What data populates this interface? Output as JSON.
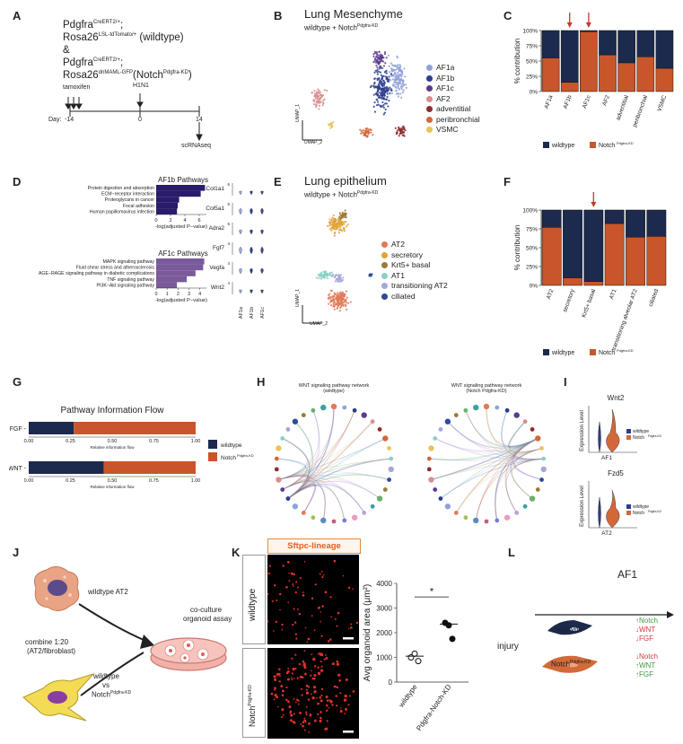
{
  "panel_letters": [
    "A",
    "B",
    "C",
    "D",
    "E",
    "F",
    "G",
    "H",
    "I",
    "J",
    "K",
    "L"
  ],
  "panelA": {
    "line1": "Pdgfra",
    "line1_sup": "CreERT2/+",
    "line2": "Rosa26",
    "line2_sup": "LSL-tdTomato/+",
    "line2_suffix": " (wildtype)",
    "amp": "&",
    "line3": "Pdgfra",
    "line3_sup": "CreERT2/+",
    "line4": "Rosa26",
    "line4_sup": "dnMAML-GFP",
    "line4_suffix": "(Notch",
    "line4_sup2": "Pdgfra-KD",
    "line4_end": ")",
    "tamoxifen": "tamoxifen",
    "h1n1": "H1N1",
    "day_label": "Day:",
    "day_values": [
      "-14",
      "0",
      "14"
    ],
    "scrnaseq": "scRNAseq"
  },
  "panelB": {
    "title": "Lung Mesenchyme",
    "subtitle": "wildtype + Notch",
    "subtitle_sup": "Pdgfra-KD",
    "ylabel": "UMAP_1",
    "xlabel": "UMAP_2",
    "legend": [
      {
        "label": "AF1a",
        "color": "#8fa2d8"
      },
      {
        "label": "AF1b",
        "color": "#2b3d8f"
      },
      {
        "label": "AF1c",
        "color": "#5b3a8c"
      },
      {
        "label": "AF2",
        "color": "#d98e8e"
      },
      {
        "label": "adventitial",
        "color": "#8b2e2e"
      },
      {
        "label": "peribronchial",
        "color": "#d2683a"
      },
      {
        "label": "VSMC",
        "color": "#e8c35a"
      }
    ]
  },
  "panelC": {
    "ylabel": "% contribution",
    "ticks": [
      "0%",
      "25%",
      "50%",
      "75%",
      "100%"
    ],
    "legend": [
      {
        "label": "wildtype",
        "color": "#1c2a4d"
      },
      {
        "label": "Notch",
        "sup": "Pdgfra-KD",
        "color": "#c8562a"
      }
    ]
  },
  "panelD": {
    "af1b_title": "AF1b Pathways",
    "af1b_terms": [
      "Protein digestion and absorption",
      "ECM−receptor interaction",
      "Proteoglycans in cancer",
      "Focal adhesion",
      "Human papillomavirus infection"
    ],
    "af1b_ticks": [
      "0",
      "2",
      "4",
      "6"
    ],
    "af1c_title": "AF1c Pathways",
    "af1c_terms": [
      "MAPK signaling pathway",
      "Fluid shear stress and atherosclerosis",
      "AGE−RAGE signaling pathway in diabetic complications",
      "TNF signaling pathway",
      "PI3K−Akt signaling pathway"
    ],
    "af1c_ticks": [
      "0",
      "1",
      "2",
      "3",
      "4"
    ],
    "xlabel": "-log(adjusted P−value)",
    "genes": [
      "Col1a1",
      "Col5a1",
      "Adra2",
      "Fgf7",
      "Vegfa",
      "Wnt2"
    ],
    "gene_scale": [
      "6",
      "5",
      "5",
      "4",
      "4",
      "4"
    ],
    "violin_x": [
      "AF1a",
      "AF1b",
      "AF1c"
    ]
  },
  "panelE": {
    "title": "Lung epithelium",
    "subtitle": "wildtype + Notch",
    "subtitle_sup": "Pdgfra-KD",
    "ylabel": "UMAP_1",
    "xlabel": "UMAP_2",
    "legend": [
      {
        "label": "AT2",
        "color": "#e07a5a"
      },
      {
        "label": "secretory",
        "color": "#e1a23a"
      },
      {
        "label": "Krt5+ basal",
        "color": "#9a7a3a"
      },
      {
        "label": "AT1",
        "color": "#8ad0c8"
      },
      {
        "label": "transitioning AT2",
        "color": "#a6a6d8"
      },
      {
        "label": "ciliated",
        "color": "#2e4a9a"
      }
    ]
  },
  "panelF": {
    "ylabel": "% contribution",
    "ticks": [
      "0%",
      "25%",
      "50%",
      "75%",
      "100%"
    ],
    "legend": [
      {
        "label": "wildtype",
        "color": "#1c2a4d"
      },
      {
        "label": "Notch",
        "sup": "Pdgfra-KD",
        "color": "#c8562a"
      }
    ]
  },
  "panelG": {
    "title": "Pathway Information Flow",
    "rows": [
      "FGF",
      "WNT"
    ],
    "ticks": [
      "0.00",
      "0.25",
      "0.50",
      "0.75",
      "1.00"
    ],
    "xlabel": "Relative information flow",
    "legend": [
      {
        "label": "wildtype",
        "color": "#1c2a4d"
      },
      {
        "label": "Notch",
        "sup": "Pdgfra-KD",
        "color": "#c8562a"
      }
    ]
  },
  "panelH": {
    "left_title": "WNT signaling pathway network",
    "left_sub": "(wildtype)",
    "right_title": "WNT signaling pathway network",
    "right_sub": "(Notch",
    "right_sub_sup": "Pdgfra-KD",
    "right_sub_end": ")"
  },
  "panelI": {
    "top_title": "Wnt2",
    "top_x": "AF1",
    "bottom_title": "Fzd5",
    "bottom_x": "AT2",
    "ylabel": "Expression Level",
    "legend": [
      "wildtype",
      "Notch"
    ],
    "legend_sup": "Pdgfra-KD"
  },
  "panelJ": {
    "wildtype_at2": "wildtype AT2",
    "combine": "combine 1:20",
    "combine2": "(AT2/fibroblast)",
    "coculture1": "co-culture",
    "coculture2": "organoid assay",
    "vs1": "wildtype",
    "vs2": "vs",
    "vs3": "Notch",
    "vs3_sup": "Pdgfra-KD"
  },
  "panelK": {
    "header": "Sftpc-lineage",
    "row1": "wildtype",
    "row2": "Notch",
    "row2_sup": "Pdgfra-KD",
    "ylabel": "Avg organoid area (μm²)",
    "yticks": [
      "0",
      "1000",
      "2000",
      "3000",
      "4000"
    ],
    "x_labels": [
      "wildtype",
      "Pdgfra-Notch-KD"
    ],
    "significance": "*",
    "wildtype_points": [
      1000,
      1150,
      850
    ],
    "kd_points": [
      2400,
      2300,
      1750
    ],
    "wildtype_mean": 1050,
    "kd_mean": 2350
  },
  "panelL": {
    "title": "AF1",
    "injury": "injury",
    "wildtype": "wildtype",
    "notch": "Notch",
    "notch_sup": "Pdgfra-KD",
    "wt_effects": [
      {
        "text": "↑Notch",
        "color": "#3a9a3a"
      },
      {
        "text": "↓WNT",
        "color": "#d23a3a"
      },
      {
        "text": "↓FGF",
        "color": "#d23a3a"
      }
    ],
    "kd_effects": [
      {
        "text": "↓Notch",
        "color": "#d23a3a"
      },
      {
        "text": "↑WNT",
        "color": "#3a9a3a"
      },
      {
        "text": "↑FGF",
        "color": "#3a9a3a"
      }
    ]
  },
  "chart_data": [
    {
      "type": "bar",
      "panel": "C",
      "categories": [
        "AF1a",
        "AF1b",
        "AF1c",
        "AF2",
        "adventitial",
        "peribronchial",
        "VSMC"
      ],
      "series": [
        {
          "name": "wildtype",
          "values": [
            45,
            85,
            2,
            40,
            53,
            43,
            62
          ]
        },
        {
          "name": "Notch",
          "values": [
            55,
            15,
            98,
            60,
            47,
            57,
            38
          ]
        }
      ],
      "ylabel": "% contribution",
      "ylim": [
        0,
        100
      ],
      "arrows_on": [
        "AF1b",
        "AF1c"
      ]
    },
    {
      "type": "bar",
      "panel": "F",
      "categories": [
        "AT2",
        "secretory",
        "Krt5+ basal",
        "AT1",
        "transitioning alveolar AT2",
        "ciliated"
      ],
      "series": [
        {
          "name": "wildtype",
          "values": [
            23,
            90,
            95,
            18,
            36,
            35
          ]
        },
        {
          "name": "Notch",
          "values": [
            77,
            10,
            5,
            82,
            64,
            65
          ]
        }
      ],
      "ylabel": "% contribution",
      "ylim": [
        0,
        100
      ],
      "arrows_on": [
        "Krt5+ basal"
      ]
    },
    {
      "type": "bar",
      "panel": "G",
      "title": "Pathway Information Flow",
      "categories": [
        "FGF",
        "WNT"
      ],
      "series": [
        {
          "name": "wildtype",
          "values": [
            0.27,
            0.45
          ]
        },
        {
          "name": "Notch",
          "values": [
            0.73,
            0.55
          ]
        }
      ],
      "xlabel": "Relative information flow",
      "xlim": [
        0,
        1
      ]
    },
    {
      "type": "bar",
      "panel": "D-AF1b",
      "title": "AF1b Pathways",
      "categories": [
        "Protein digestion and absorption",
        "ECM−receptor interaction",
        "Proteoglycans in cancer",
        "Focal adhesion",
        "Human papillomavirus infection"
      ],
      "values": [
        6.8,
        6.2,
        3.2,
        3.0,
        2.9
      ],
      "xlabel": "-log(adjusted P−value)"
    },
    {
      "type": "bar",
      "panel": "D-AF1c",
      "title": "AF1c Pathways",
      "categories": [
        "MAPK signaling pathway",
        "Fluid shear stress and atherosclerosis",
        "AGE−RAGE signaling pathway in diabetic complications",
        "TNF signaling pathway",
        "PI3K−Akt signaling pathway"
      ],
      "values": [
        4.4,
        4.3,
        3.6,
        2.8,
        1.9
      ],
      "xlabel": "-log(adjusted P−value)"
    },
    {
      "type": "scatter",
      "panel": "K",
      "ylabel": "Avg organoid area (μm²)",
      "ylim": [
        0,
        4000
      ],
      "series": [
        {
          "name": "wildtype",
          "values": [
            1000,
            1150,
            850
          ]
        },
        {
          "name": "Pdgfra-Notch-KD",
          "values": [
            2400,
            2300,
            1750
          ]
        }
      ]
    }
  ]
}
